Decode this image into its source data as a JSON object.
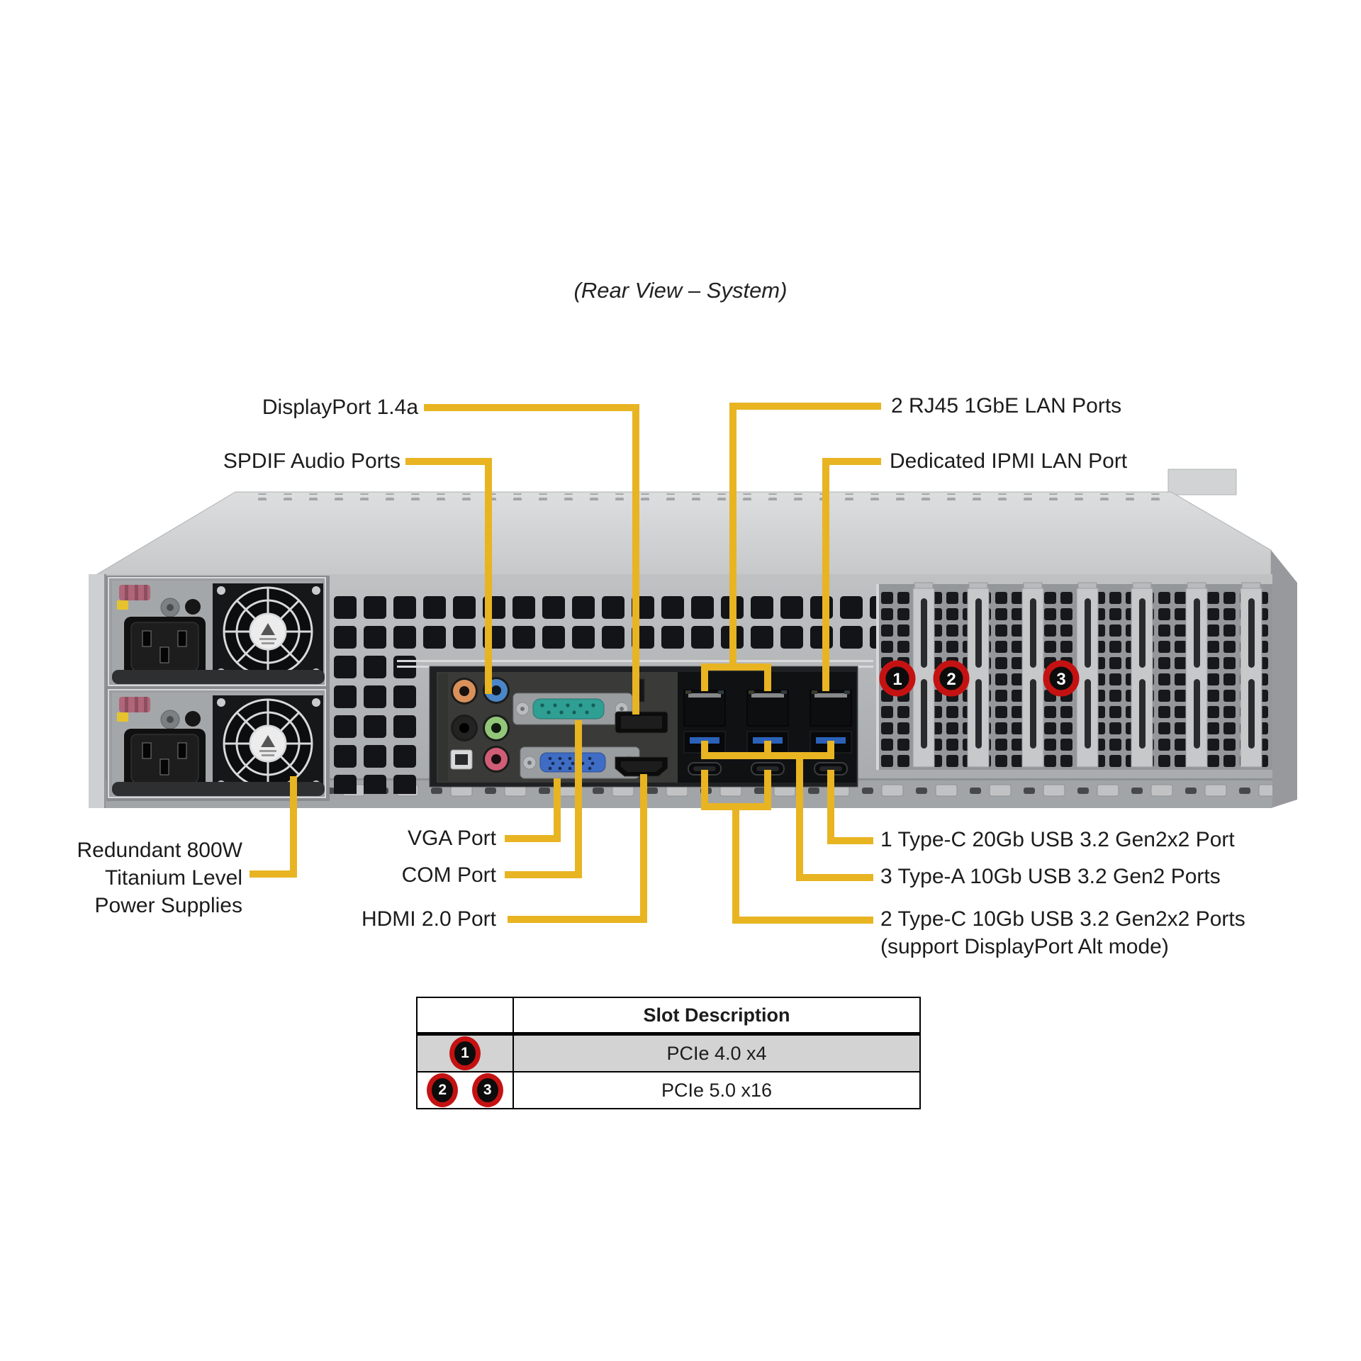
{
  "title": "(Rear View – System)",
  "colors": {
    "callout_line": "#E8B422",
    "marker_ring_red": "#C41212",
    "chassis_gray": "#b0b3b5"
  },
  "callouts": {
    "displayport": "DisplayPort 1.4a",
    "spdif": "SPDIF Audio Ports",
    "rj45": "2 RJ45 1GbE LAN Ports",
    "ipmi": "Dedicated IPMI LAN Port",
    "vga": "VGA Port",
    "com": "COM Port",
    "hdmi": "HDMI 2.0 Port",
    "psu_lines": [
      "Redundant 800W",
      "Titanium Level",
      "Power Supplies"
    ],
    "usb_c20": "1 Type-C 20Gb USB 3.2 Gen2x2 Port",
    "usb_a10": "3 Type-A 10Gb USB 3.2 Gen2 Ports",
    "usb_c10": "2 Type-C 10Gb USB 3.2 Gen2x2 Ports",
    "usb_c10_note": "(support DisplayPort Alt mode)"
  },
  "slot_markers": [
    "1",
    "2",
    "3"
  ],
  "table": {
    "header": [
      "",
      "Slot Description"
    ],
    "rows": [
      {
        "slots": [
          "1"
        ],
        "description": "PCIe 4.0 x4"
      },
      {
        "slots": [
          "2",
          "3"
        ],
        "description": "PCIe 5.0 x16"
      }
    ]
  }
}
